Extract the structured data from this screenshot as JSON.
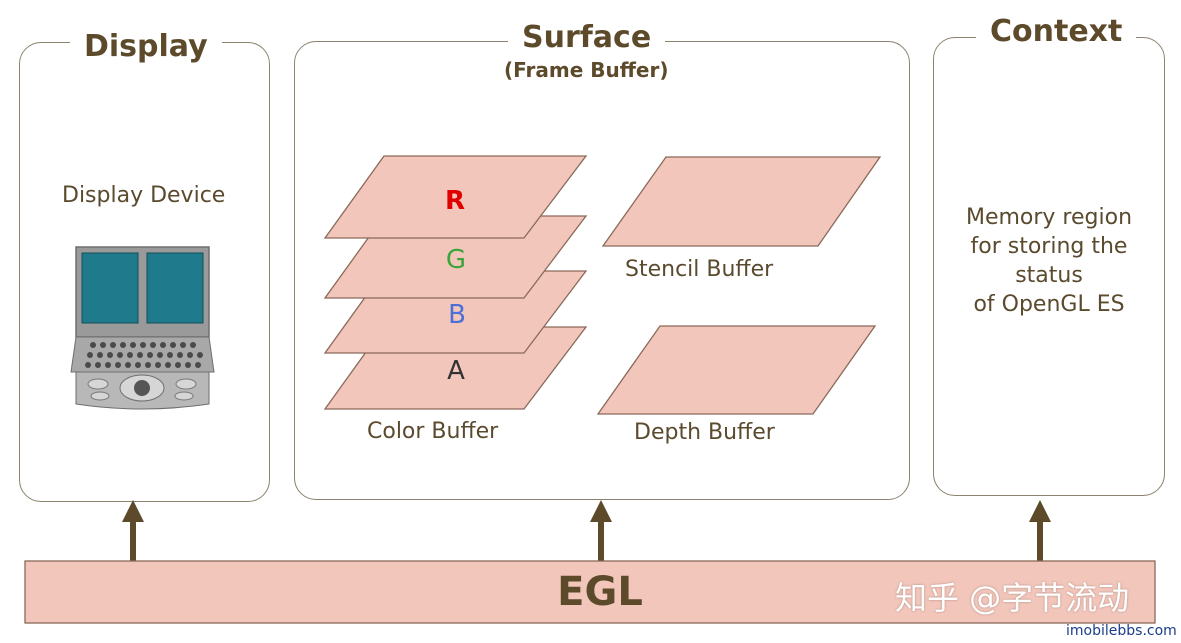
{
  "display": {
    "title": "Display",
    "device_label": "Display Device"
  },
  "surface": {
    "title": "Surface",
    "subtitle": "(Frame Buffer)",
    "channels": [
      {
        "letter": "R",
        "color": "#e00000"
      },
      {
        "letter": "G",
        "color": "#3aa63a"
      },
      {
        "letter": "B",
        "color": "#4a6fd6"
      },
      {
        "letter": "A",
        "color": "#333333"
      }
    ],
    "color_buffer_label": "Color Buffer",
    "stencil_buffer_label": "Stencil Buffer",
    "depth_buffer_label": "Depth Buffer"
  },
  "context": {
    "title": "Context",
    "description_lines": [
      "Memory region",
      "for storing the status",
      "of OpenGL ES"
    ]
  },
  "egl": {
    "label": "EGL"
  },
  "watermark": "知乎 @字节流动",
  "source": "imobilebbs.com",
  "colors": {
    "plane_fill": "#f2c6bb",
    "plane_stroke": "#8a6a5a",
    "arrow": "#5c4a2a",
    "title_text": "#5c4a2a",
    "egl_fill": "#f2c6bb"
  }
}
